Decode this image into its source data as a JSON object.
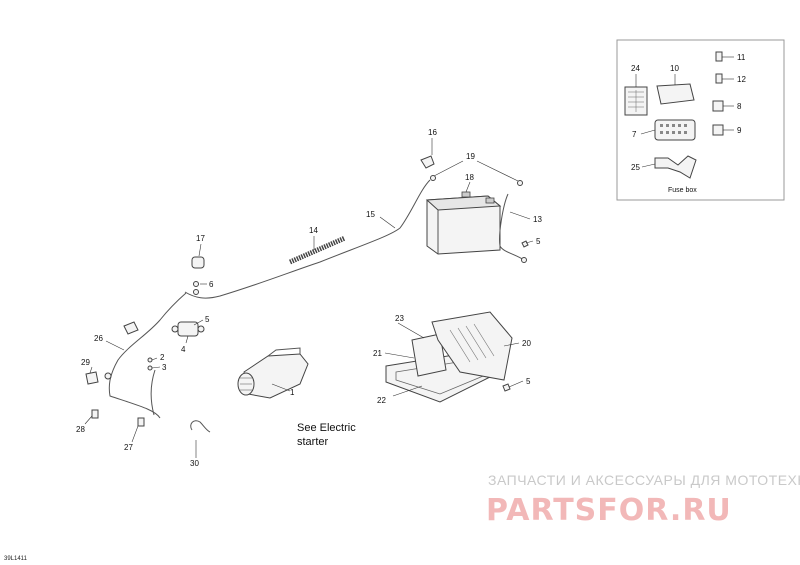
{
  "callouts": {
    "c1": "1",
    "c2": "2",
    "c3": "3",
    "c4": "4",
    "c5a": "5",
    "c5b": "5",
    "c5c": "5",
    "c6": "6",
    "c7": "7",
    "c8": "8",
    "c9": "9",
    "c10": "10",
    "c11": "11",
    "c12": "12",
    "c13": "13",
    "c14": "14",
    "c15": "15",
    "c16": "16",
    "c17": "17",
    "c18": "18",
    "c19": "19",
    "c20": "20",
    "c21": "21",
    "c22": "22",
    "c23": "23",
    "c24": "24",
    "c25": "25",
    "c26": "26",
    "c27": "27",
    "c28": "28",
    "c29": "29",
    "c30": "30"
  },
  "notes": {
    "electric_line1": "See Electric",
    "electric_line2": "starter"
  },
  "inset": {
    "caption": "Fuse box"
  },
  "watermark": {
    "ru_text": "ЗАПЧАСТИ И АКСЕССУАРЫ ДЛЯ МОТОТЕХНИКИ",
    "brand": "PARTSFOR.RU"
  },
  "diagram_code": "39L1411"
}
